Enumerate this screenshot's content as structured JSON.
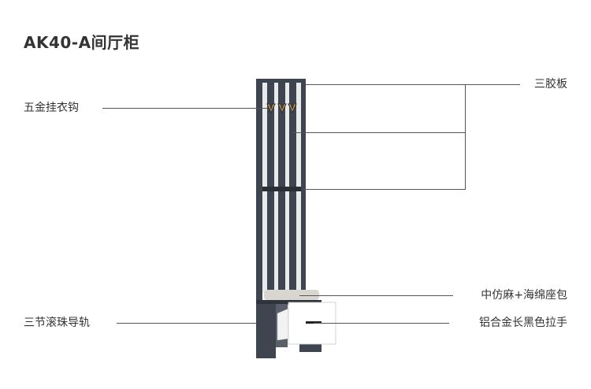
{
  "title": "AK40-A间厅柜",
  "labels": {
    "hook": "五金挂衣钩",
    "board": "三胶板",
    "cushion": "中仿麻+海绵座包",
    "rail": "三节滚珠导轨",
    "handle": "铝合金长黑色拉手"
  },
  "colors": {
    "frame": "#3f4550",
    "drawer": "#ffffff",
    "cushion": "#d9d6d2",
    "hook": "#c89b4a",
    "line": "#555555"
  }
}
